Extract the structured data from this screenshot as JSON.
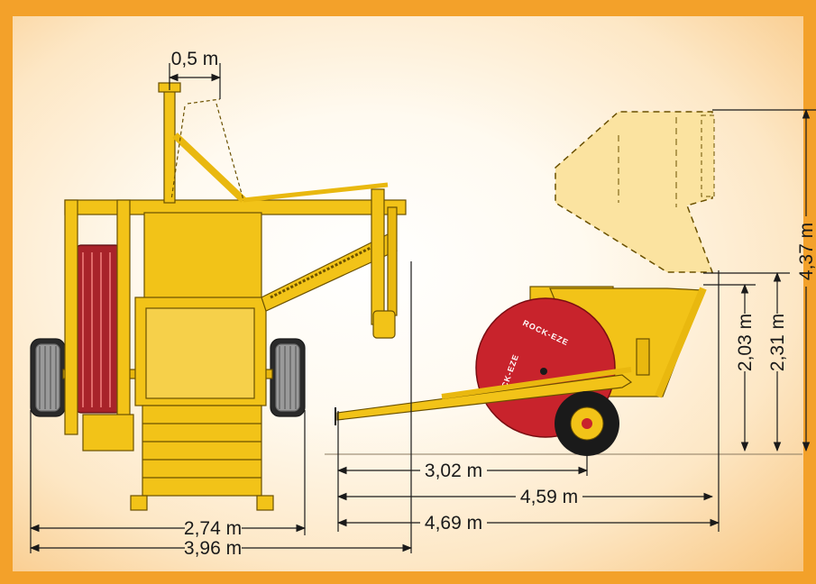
{
  "colors": {
    "machine_yellow": "#f2c318",
    "machine_outline": "#6b5100",
    "drum_red": "#c8232c",
    "tire": "#1a1a1a",
    "tire_tread": "#9a9a9a",
    "raised_hopper": "#fbe3a0",
    "background_border": "#f3a12a"
  },
  "brand": {
    "drum_text": "ROCK-EZE"
  },
  "dimensions": {
    "hitch_offset": "0,5 m",
    "track_width": "2,74 m",
    "overall_width": "3,96 m",
    "axle_to_hitch": "3,02 m",
    "length_raised": "4,59 m",
    "overall_length": "4,69 m",
    "dump_height": "2,03 m",
    "pivot_height": "2,31 m",
    "raised_height": "4,37 m"
  }
}
